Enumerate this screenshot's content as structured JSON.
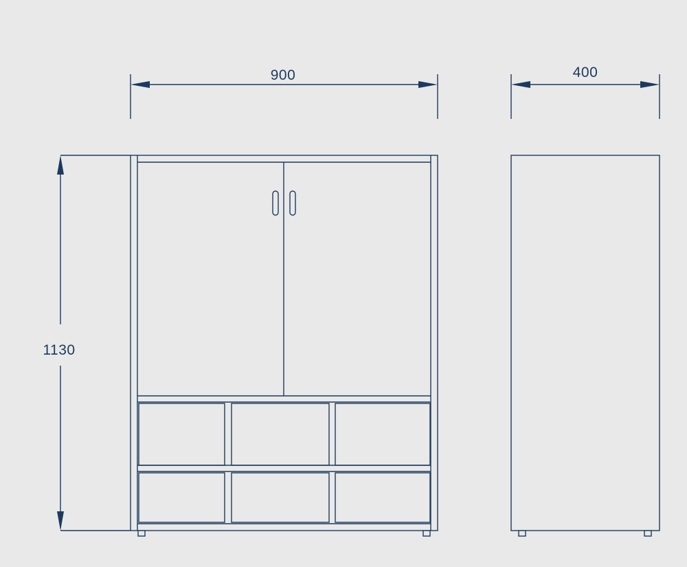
{
  "dimensions": {
    "width": "900",
    "depth": "400",
    "height": "1130"
  },
  "colors": {
    "background": "#e9e9e9",
    "line": "#1c3a5e"
  },
  "front_view": {
    "door_count": 2,
    "drawer_rows": 2,
    "drawers_per_row": 3
  }
}
